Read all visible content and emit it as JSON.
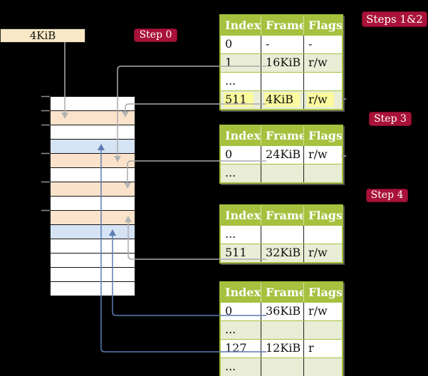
{
  "frame_box": {
    "label": "4KiB"
  },
  "badges": {
    "step0": "Step 0",
    "steps12": "Steps 1&2",
    "step3": "Step 3",
    "step4": "Step 4"
  },
  "memory_column": {
    "description": "physical memory, one cell per 4KiB frame, top = address 0",
    "rows": [
      "free",
      "frame",
      "free",
      "page",
      "frame",
      "free",
      "frame",
      "free",
      "frame",
      "page",
      "free",
      "free",
      "free",
      "free"
    ],
    "tick_rows": [
      0,
      1,
      2,
      4,
      6,
      8
    ]
  },
  "tables": [
    {
      "step": "Steps 1&2",
      "headers": [
        "Index",
        "Frame",
        "Flags"
      ],
      "rows": [
        {
          "cells": [
            "0",
            "-",
            "-"
          ]
        },
        {
          "cells": [
            "1",
            "16KiB",
            "r/w"
          ]
        },
        {
          "cells": [
            "...",
            "",
            ""
          ]
        },
        {
          "cells": [
            "511",
            "4KiB",
            "r/w"
          ],
          "highlighted": true
        }
      ]
    },
    {
      "step": "Step 3",
      "headers": [
        "Index",
        "Frame",
        "Flags"
      ],
      "rows": [
        {
          "cells": [
            "0",
            "24KiB",
            "r/w"
          ]
        },
        {
          "cells": [
            "...",
            "",
            ""
          ]
        }
      ]
    },
    {
      "step": "Step 4",
      "headers": [
        "Index",
        "Frame",
        "Flags"
      ],
      "rows": [
        {
          "cells": [
            "...",
            "",
            ""
          ]
        },
        {
          "cells": [
            "511",
            "32KiB",
            "r/w"
          ]
        }
      ]
    },
    {
      "step": "",
      "headers": [
        "Index",
        "Frame",
        "Flags"
      ],
      "rows": [
        {
          "cells": [
            "0",
            "36KiB",
            "r/w"
          ]
        },
        {
          "cells": [
            "...",
            "",
            ""
          ]
        },
        {
          "cells": [
            "127",
            "12KiB",
            "r"
          ]
        },
        {
          "cells": [
            "...",
            "",
            ""
          ]
        }
      ]
    }
  ],
  "connectors": [
    {
      "from": "4KiB box",
      "to": "memory frame at 4KiB",
      "color": "gray"
    },
    {
      "from": "table1 entry 1 (16KiB)",
      "to": "memory frame at 16KiB",
      "color": "gray"
    },
    {
      "from": "table1 entry 511 (4KiB)",
      "to": "memory frame at 4KiB",
      "color": "gray"
    },
    {
      "from": "table2 entry 0 (24KiB)",
      "to": "memory frame at 24KiB",
      "color": "gray"
    },
    {
      "from": "table3 entry 511 (32KiB)",
      "to": "memory frame at 32KiB",
      "color": "gray"
    },
    {
      "from": "table4 entry 0 (36KiB)",
      "to": "memory page at 36KiB",
      "color": "blue"
    },
    {
      "from": "table4 entry 127 (12KiB)",
      "to": "memory page at 12KiB",
      "color": "blue"
    }
  ],
  "colors": {
    "background": "#000000",
    "table_header_green": "#A5C13E",
    "table_row_green": "#E9EDD6",
    "frame_row_peach": "#FBE3CB",
    "page_row_blue": "#D6E3F4",
    "frame_box_cream": "#F9E8C6",
    "highlight_yellow": "#FBFA9E",
    "badge_crimson": "#A91238",
    "gray_arrow": "#ABABAB",
    "blue_arrow": "#5C7DB2"
  }
}
